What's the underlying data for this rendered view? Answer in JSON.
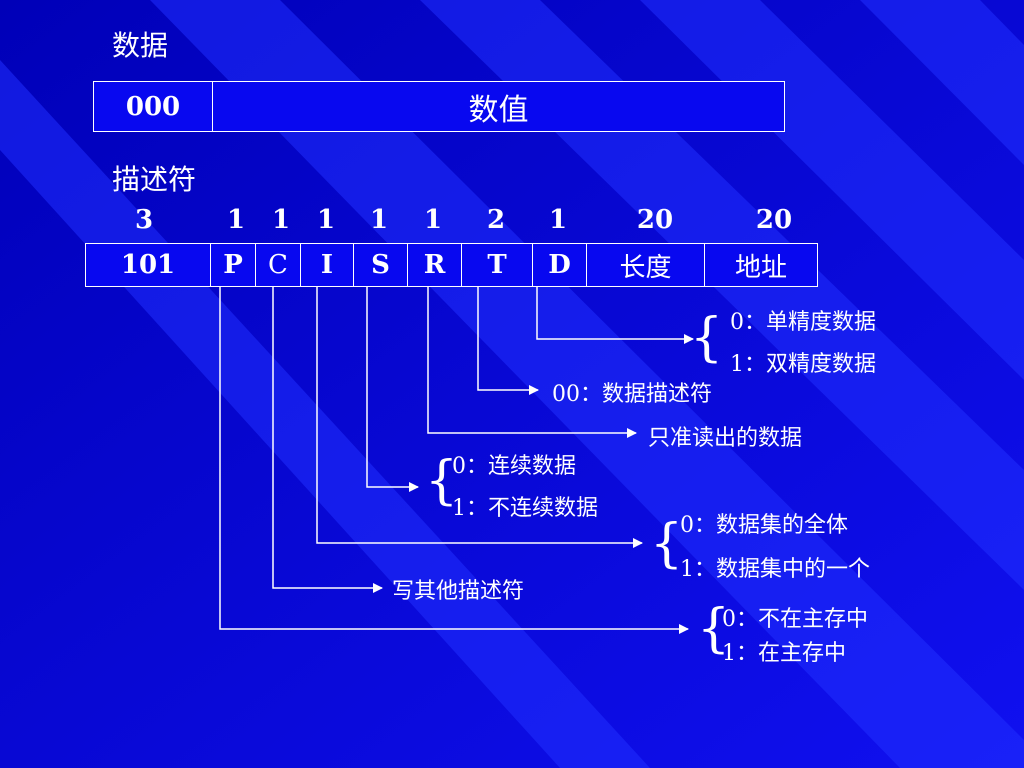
{
  "data_section": {
    "title": "数据",
    "row": [
      "000",
      "数值"
    ]
  },
  "descriptor_section": {
    "title": "描述符",
    "bit_counts": [
      "3",
      "1",
      "1",
      "1",
      "1",
      "1",
      "2",
      "1",
      "20",
      "20"
    ],
    "row": [
      "101",
      "P",
      "C",
      "I",
      "S",
      "R",
      "T",
      "D",
      "长度",
      "地址"
    ]
  },
  "annotations": {
    "d_field": [
      "0：单精度数据",
      "1：双精度数据"
    ],
    "t_field": "00：数据描述符",
    "r_field": "只准读出的数据",
    "s_field": [
      "0：连续数据",
      "1：不连续数据"
    ],
    "i_field": [
      "0：数据集的全体",
      "1：数据集中的一个"
    ],
    "c_field": "写其他描述符",
    "p_field": [
      "0：不在主存中",
      "1：在主存中"
    ]
  },
  "colors": {
    "background": "#0a0ad8",
    "stripe": "#2a3aff",
    "line": "#ffffff"
  }
}
